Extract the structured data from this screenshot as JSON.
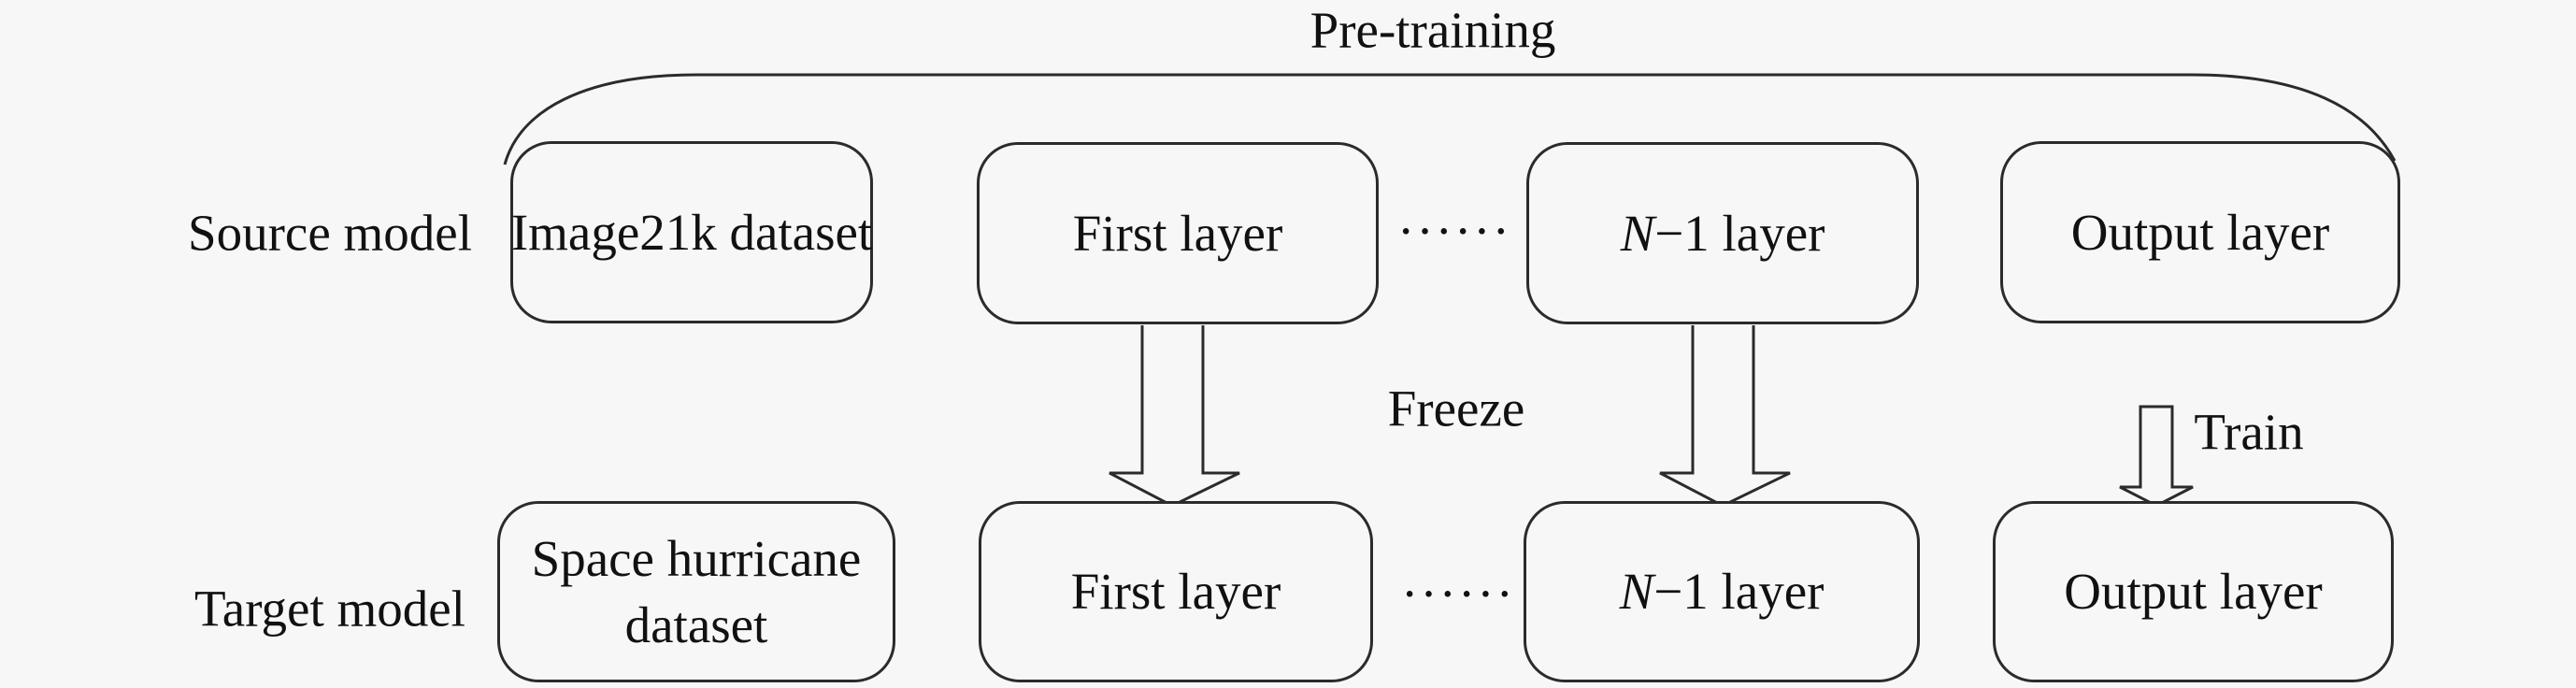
{
  "diagram": {
    "pretraining_label": "Pre-training",
    "freeze_label": "Freeze",
    "train_label": "Train",
    "ellipsis": "······",
    "source_row": {
      "row_label": "Source model",
      "dataset_box": "Image21k dataset",
      "first_layer_box": "First layer",
      "n1_box_prefix": "N",
      "n1_box_suffix": "−1 layer",
      "output_box": "Output layer"
    },
    "target_row": {
      "row_label": "Target model",
      "dataset_box": "Space hurricane dataset",
      "first_layer_box": "First layer",
      "n1_box_prefix": "N",
      "n1_box_suffix": "−1 layer",
      "output_box": "Output layer"
    },
    "colors": {
      "background": "#f7f7f7",
      "line": "#2b2b2b",
      "text": "#111111"
    }
  }
}
